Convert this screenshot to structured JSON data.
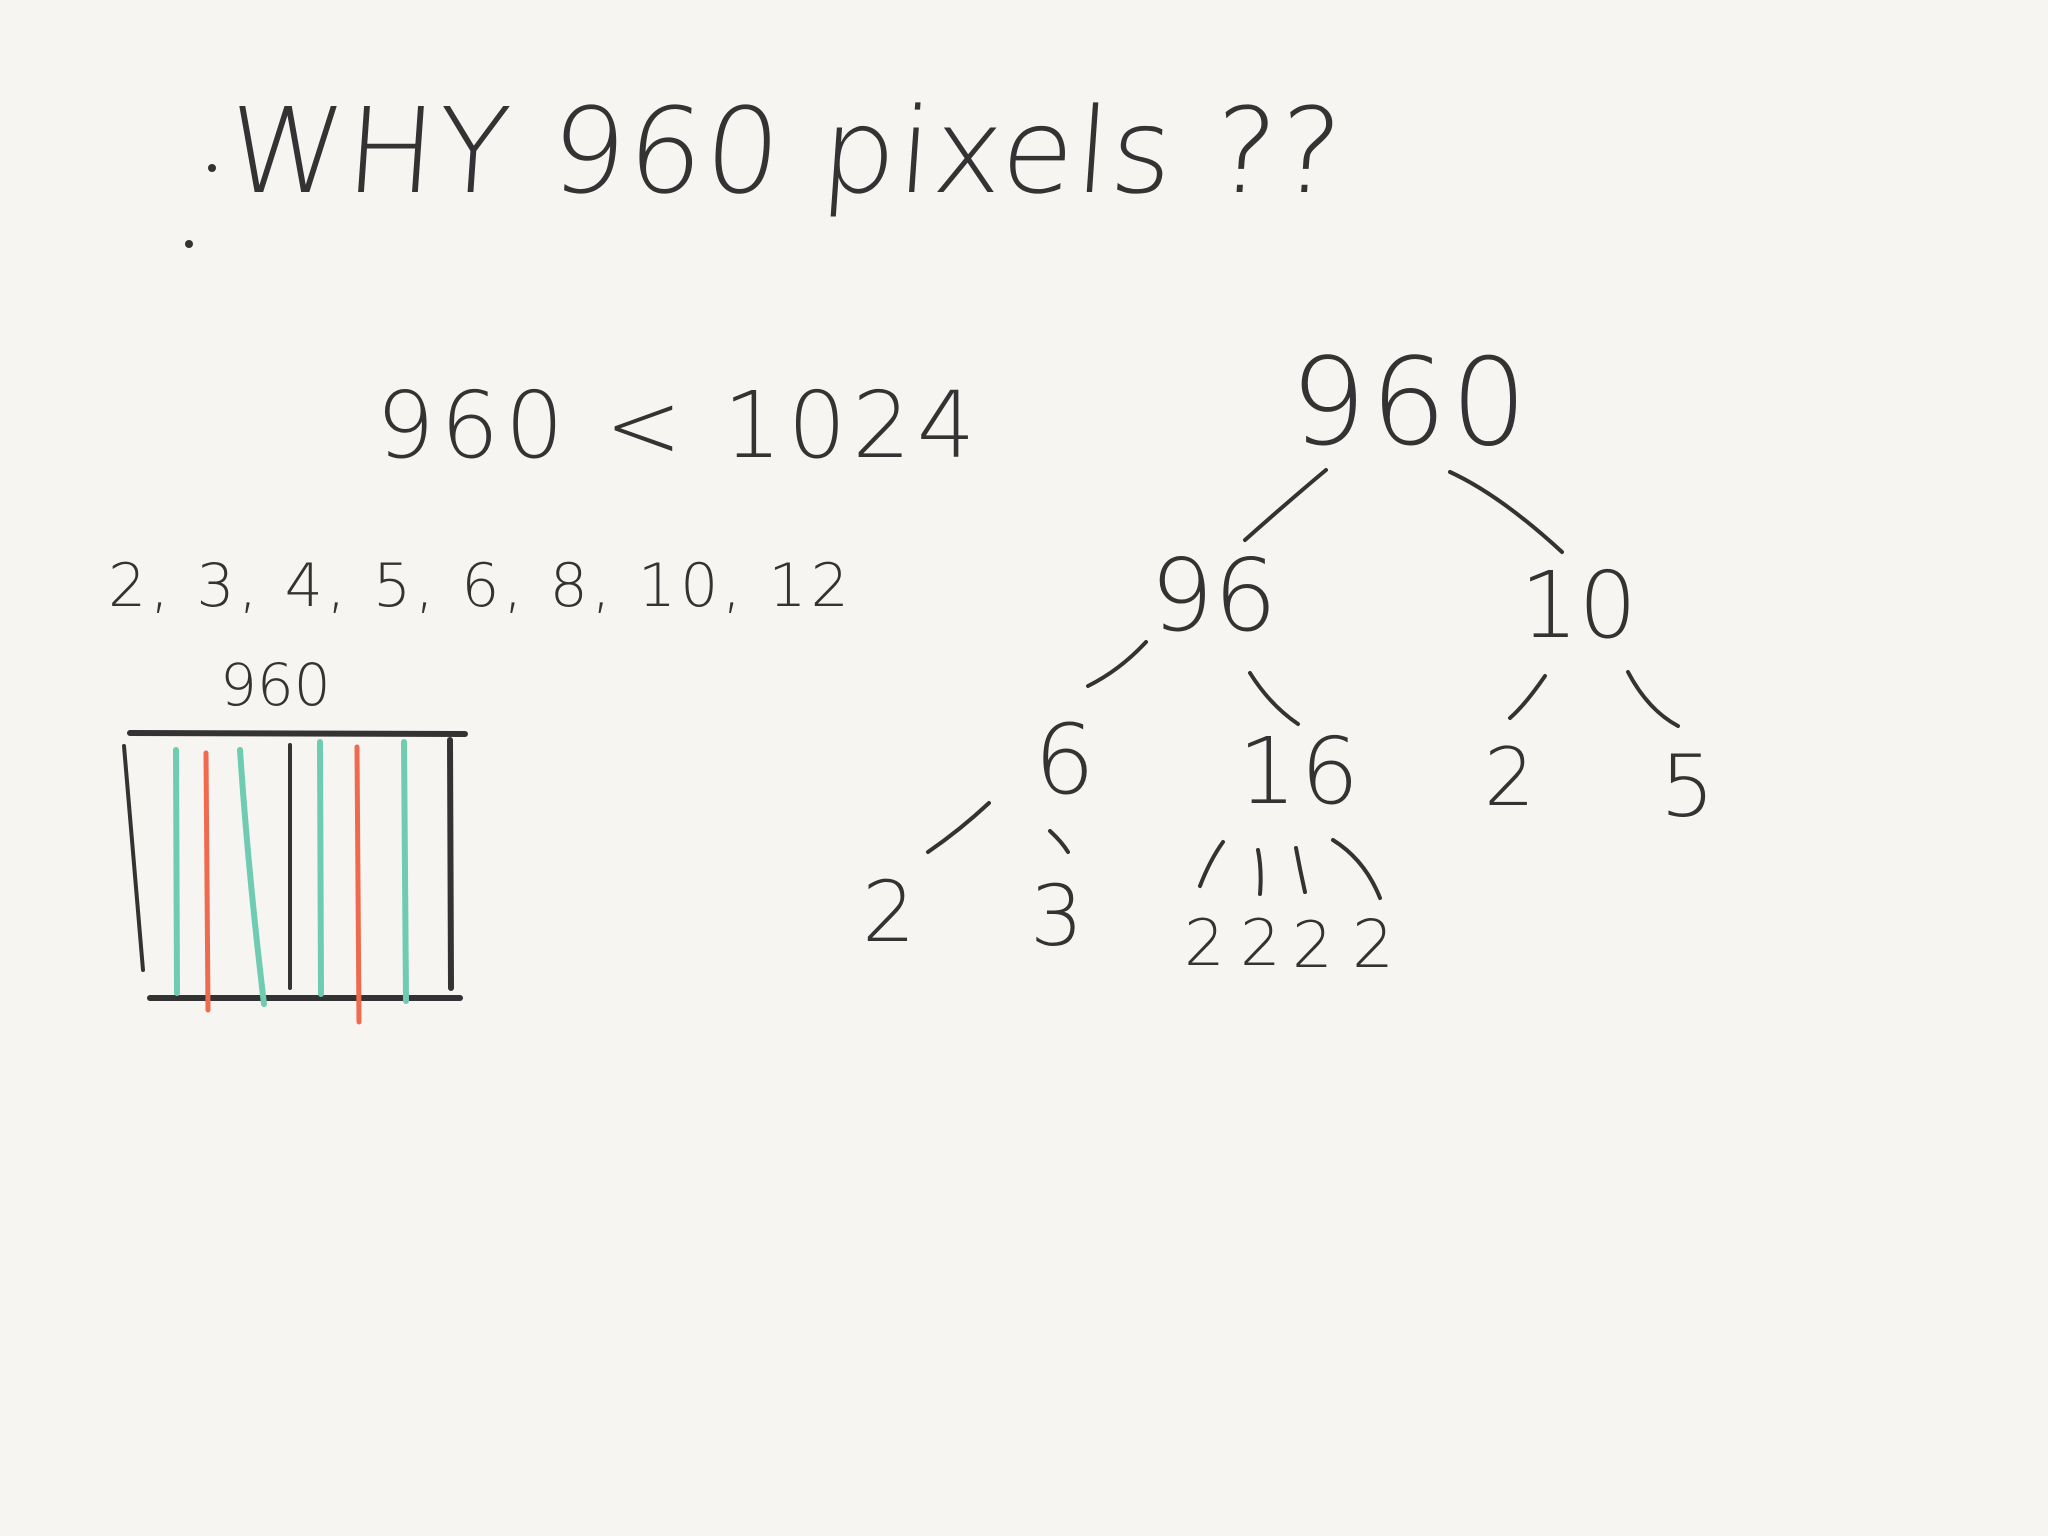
{
  "title": "WHY 960 pixels ??",
  "comparison": "960 < 1024",
  "divisors": "2, 3, 4, 5, 6, 8, 10, 12",
  "grid_label": "960",
  "tree": {
    "root": "960",
    "level1": [
      "96",
      "10"
    ],
    "level2": [
      "6",
      "16",
      "2",
      "5"
    ],
    "level3": [
      "2",
      "3",
      "2",
      "2",
      "2",
      "2"
    ]
  },
  "colors": {
    "ink": "#333333",
    "teal": "#6fcbb2",
    "red": "#f06a4e",
    "background": "#f6f5f1"
  }
}
